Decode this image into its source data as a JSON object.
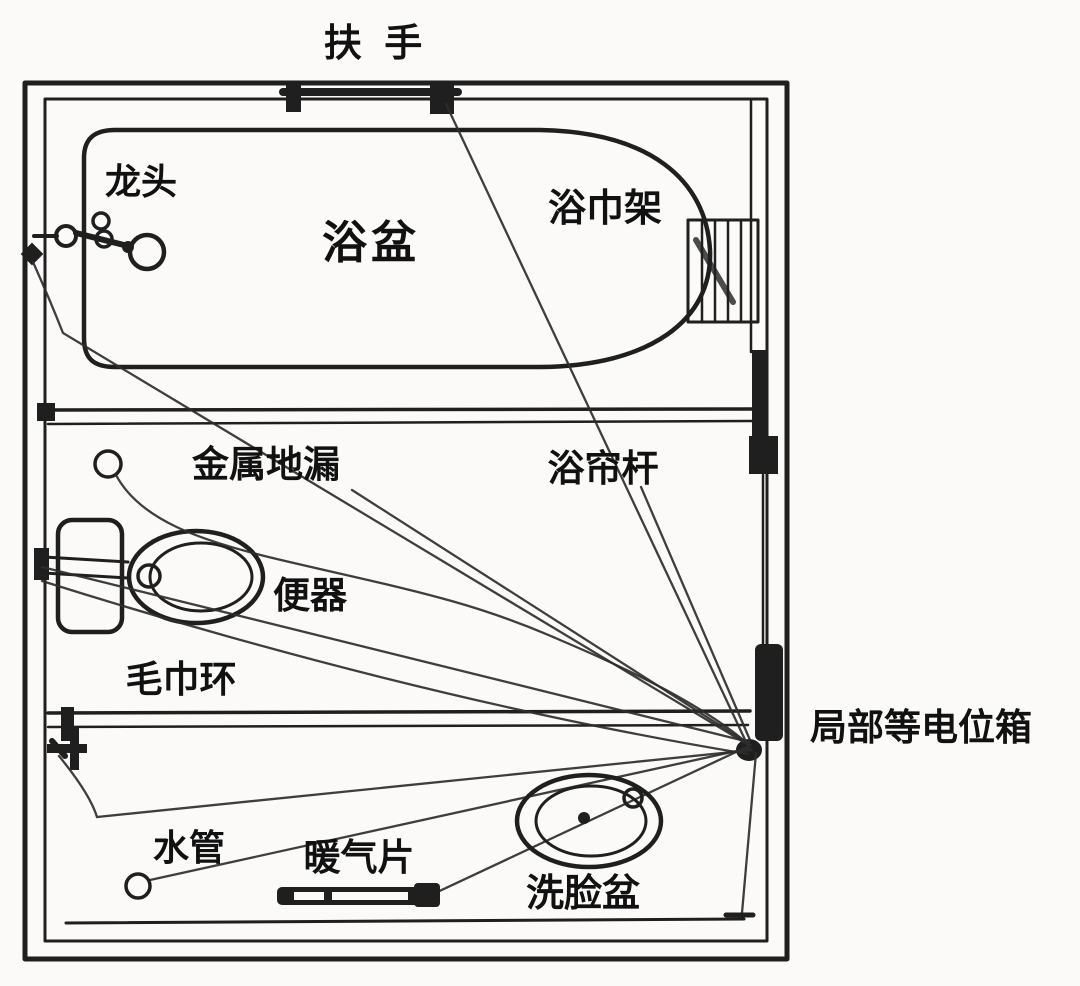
{
  "diagram": {
    "labels": {
      "handrail": "扶 手",
      "faucet": "龙头",
      "bathtub": "浴盆",
      "towel_rack": "浴巾架",
      "metal_floor_drain": "金属地漏",
      "shower_curtain_rod": "浴帘杆",
      "toilet": "便器",
      "towel_ring": "毛巾环",
      "local_equipotential_box": "局部等电位箱",
      "water_pipe": "水管",
      "radiator": "暖气片",
      "washbasin": "洗脸盆"
    },
    "colors": {
      "ink": "#1f1f1f",
      "paper": "#fbfaf8",
      "bond_line": "#2e2e2e"
    }
  }
}
